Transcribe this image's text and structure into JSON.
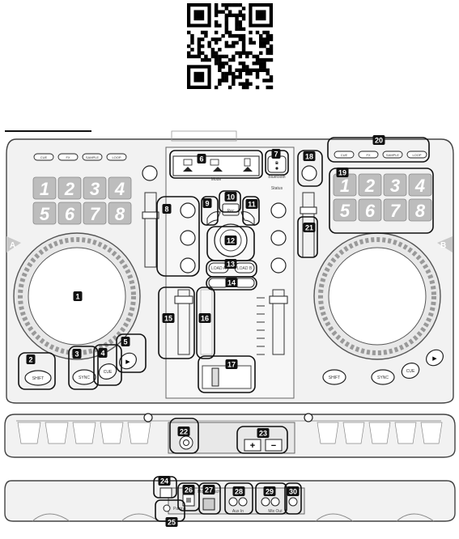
{
  "header_rule_present": true,
  "deck_buttons": [
    "CUE",
    "FX",
    "SAMPLE",
    "LOOP"
  ],
  "pad_numbers": [
    "1",
    "2",
    "3",
    "4",
    "5",
    "6",
    "7",
    "8"
  ],
  "deck_letters": {
    "left": "A",
    "right": "B"
  },
  "transport": {
    "shift": "SHIFT",
    "sync": "SYNC",
    "cue": "CUE",
    "play": "▶"
  },
  "mixer_labels": {
    "mode": "Mode",
    "bluetooth": "Bluetooth",
    "status": "Status",
    "rec": "Rec",
    "load_a": "LOAD A",
    "load_b": "LOAD B",
    "aux_in": "Aux In",
    "mix_out": "Mix Out",
    "pairing": "Pairing",
    "mode_switch": "Mode\nswitch"
  },
  "volume_buttons": {
    "plus": "+",
    "minus": "−"
  },
  "callouts": [
    "1",
    "2",
    "3",
    "4",
    "5",
    "6",
    "7",
    "8",
    "9",
    "10",
    "11",
    "12",
    "13",
    "14",
    "15",
    "16",
    "17",
    "18",
    "19",
    "20",
    "21",
    "22",
    "23",
    "24",
    "25",
    "26",
    "27",
    "28",
    "29",
    "30"
  ]
}
